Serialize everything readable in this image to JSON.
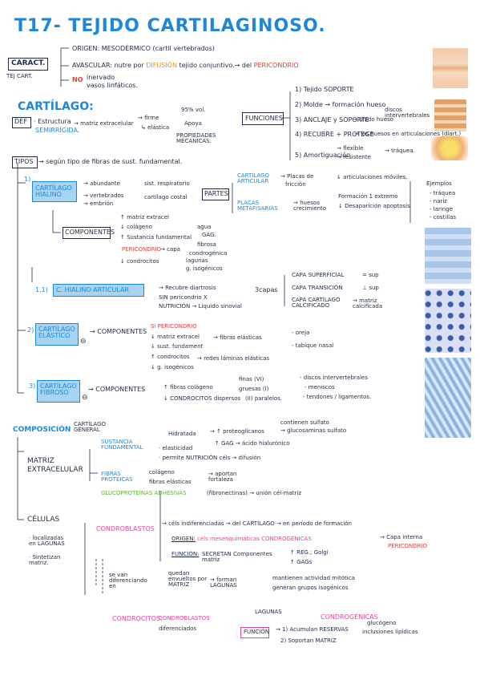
{
  "title": "T17- TEJIDO CARTILAGINOSO.",
  "caract": {
    "label": "CARACT.",
    "sub": "TEJ CART.",
    "origen": "ORIGEN: MESODÉRMICO (cartil vertebrados)",
    "avascular_a": "AVASCULAR: nutre por",
    "avascular_difusion": "DIFUSIÓN",
    "avascular_b": "tejido conjuntivo.→ del",
    "avascular_pericondrio": "PERICONDRIO",
    "no": "NO",
    "no_items": [
      "inervado",
      "vasos linfáticos."
    ]
  },
  "cartilago": {
    "heading": "CARTÍLAGO:",
    "def": "DEF",
    "def_text": "· Estructura",
    "semirrigida": "SEMIRRÍGIDA.",
    "matriz": "→ matriz extracelular",
    "firme": "→ firme",
    "elastica": "↳ elástica",
    "pct": "95% vol.",
    "apoya": "Apoya",
    "propiedades": "PROPIEDADES MECÁNICAS."
  },
  "funciones": {
    "label": "FUNCIONES",
    "items": [
      "1) Tejido SOPORTE",
      "2) Molde → formación hueso",
      "3) ANCLAJE y SOPORTE",
      "→ unido hueso",
      "discos intervertebrales",
      "4) RECUBRE + PROTEGE",
      "→ los huesos en articulaciones (diart.)",
      "→ flexible",
      "→ resistente",
      "5) Amortiguación",
      "→ tráquea."
    ]
  },
  "tipos": {
    "label": "TIPOS",
    "text": "→ según tipo de fibras de sust. fundamental."
  },
  "hialino": {
    "num": "1)",
    "label": "CARTÍLAGO HIALINO",
    "abundante": "→ abundante",
    "vertebrados": "→ vertebrados",
    "embrion": "→ embrión",
    "sist_resp": "sist. respiratorio",
    "costal": "cartílago costal",
    "partes": "PARTES",
    "articular": "CARTÍLAGO ARTICULAR",
    "articular_a": "→ Placas de",
    "articular_b": "fricción",
    "articular_c": "↓ articulaciones móviles.",
    "placas": "PLACAS METAFISARIAS",
    "placas_a": "→ huesos crecimiento",
    "placas_b": "Formación 1 extremo",
    "placas_c": "↓ Desaparición apoptosis",
    "ejemplos": "Ejemplos",
    "ejemplos_items": [
      "- tráquea",
      "- nariz",
      "- laringe",
      "- costillas"
    ],
    "componentes": "COMPONENTES",
    "comp_items": [
      "↑ matriz extracel",
      "↓ colágeno",
      "↑ Sustancia fundamental",
      "PERICONDRIO",
      "→ capa",
      "↓ condrocitos"
    ],
    "agua": "agua",
    "gag": "GAG.",
    "fibrosa": "fibrosa",
    "condrogenica": "condrogénica",
    "lagunas": "lagunas",
    "isogenos": "g. isogénicos"
  },
  "articular_hialino": {
    "num": "1.1)",
    "label": "C. HIALINO ARTICULAR",
    "items": [
      "→ Recubre diartrosis",
      "SIN pericondrio X",
      "NUTRICIÓN → Líquido sinovial"
    ],
    "capas": "3capas",
    "capas_items": [
      "CAPA SUPERFICIAL",
      "CAPA TRANSICIÓN",
      "CAPA CARTÍLAGO CALCIFICADO"
    ],
    "capas_notes": [
      "= sup",
      "⊥ sup",
      "→ matriz calcificada"
    ]
  },
  "elastico": {
    "num": "2)",
    "label": "CARTÍLAGO ELÁSTICO",
    "sign": "⊖",
    "componentes": "→ COMPONENTES",
    "items": [
      "Sí PERICONDRIO",
      "↓ matriz extracel",
      "↓ sust. fundament",
      "↑ condrocitos",
      "↓ g. isogénicos"
    ],
    "fibras": "→ fibras elásticas",
    "redes": "→ redes láminas elásticas",
    "ex": [
      "- oreja",
      "- tabique nasal"
    ]
  },
  "fibroso": {
    "num": "3)",
    "label": "CARTÍLAGO FIBROSO",
    "sign": "⊖",
    "componentes": "→ COMPONENTES",
    "items": [
      "↑ fibras colágeno",
      "↓ CONDROCITOS dispersos"
    ],
    "finas": "finas (VI)",
    "gruesas": "gruesas (I)",
    "paralelos": "(II) paralelos.",
    "ex": [
      "- discos intervertebrales",
      "- meniscos",
      "- tendones / ligamentos."
    ]
  },
  "composicion": {
    "label": "COMPOSICIÓN",
    "sub": "CARTÍLAGO GENERAL",
    "matriz": "MATRIZ EXTRACELULAR",
    "sust": "SUSTANCIA FUNDAMENTAL",
    "hidratada": "Hidratada",
    "proteo": "→ ↑ proteoglicanos",
    "contienen": "contienen sulfato",
    "gag": "↑ GAG → ácido hialurónico",
    "elasticidad": "· elasticidad",
    "nutricion": "· permite NUTRICIÓN céls → difusión",
    "condroitin": "→ glucosaminas sulfato",
    "fibras": "FIBRAS PROTEICAS",
    "colageno": "colágeno",
    "fibras_elast": "fibras elásticas",
    "aportan": "→ aportan fortaleza",
    "gluco": "GLUCOPROTEÍNAS ADHESIVAS",
    "gluco_b": "(fibronectinas) → unión cél-matriz"
  },
  "celulas": {
    "label": "CÉLULAS",
    "notes": [
      "· localizadas en LAGUNAS",
      "· Sintetizan matriz."
    ],
    "condroblastos": "CONDROBLASTOS",
    "indif": "→ céls indiferenciadas → del CARTÍLAGO → en período de formación",
    "origen": "ORIGEN:",
    "origen_val": "céls mesenquimáticas CONDROGÉNICAS",
    "capa": "→ Capa interna",
    "pericondrio": "PERICONDRIO",
    "funcion": "FUNCIÓN:",
    "funcion_val": "SECRETAN Componentes matriz",
    "reg": "↑ REG.; Golgi",
    "gags": "↑ GAGs",
    "se_van": "se van diferenciando en",
    "quedan": "quedan envueltos por MATRIZ",
    "forman": "→ forman LAGUNAS",
    "mantienen": "mantienen actividad mitótica",
    "generan": "generan grupos isogénicos",
    "condrocitos": "CONDROCITOS:",
    "condro_sub": "CONDROBLASTOS",
    "diferenciados": "diferenciados",
    "lagunas": "LAGUNAS",
    "condrogenicas": "CONDROGÉNICAS",
    "funcion2": "FUNCIÓN",
    "f1": "→ 1) Acumulan RESERVAS",
    "f1b": "glucógeno",
    "f1c": "inclusiones lipídicas",
    "f2": "2) Soportan MATRIZ"
  },
  "colors": {
    "blue": "#1e88d6",
    "red": "#e0403a",
    "orange": "#f08a24",
    "pink": "#e53f9b",
    "green": "#5fb233",
    "highlight": "#a8d4f3"
  }
}
